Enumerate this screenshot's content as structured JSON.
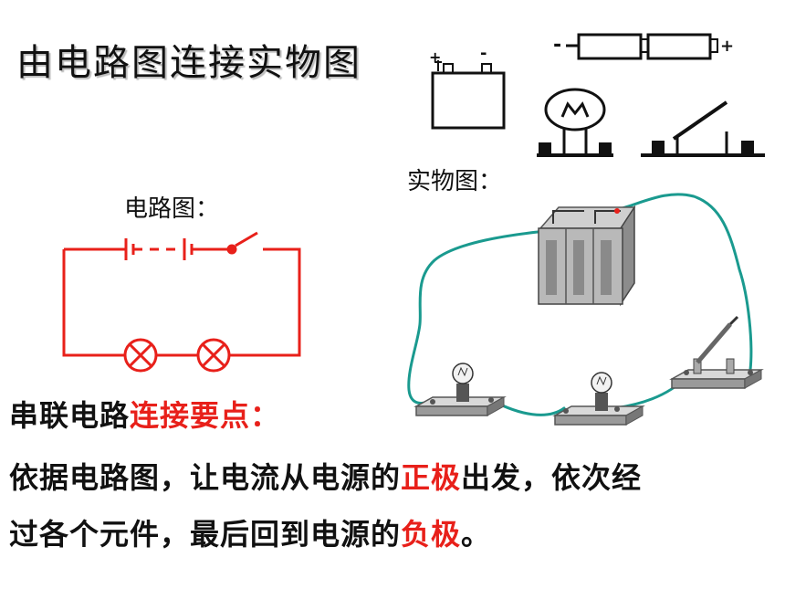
{
  "title": "由电路图连接实物图",
  "circuit_label": "电路图：",
  "real_label": "实物图：",
  "heading": {
    "black": "串联电路",
    "red": "连接要点："
  },
  "line1": {
    "a": "依据电路图，让电流从电源的",
    "b_red": "正极",
    "c": "出发，依次经"
  },
  "line2": {
    "a": "过各个元件，最后回到电源的",
    "b_red": "负极",
    "c": "。"
  },
  "symbols": {
    "plus": "+",
    "minus": "-"
  },
  "colors": {
    "circuit": "#e8201a",
    "wire": "#1a9a8f",
    "text_red": "#e8201a"
  },
  "icons": [
    "battery-pack-icon",
    "battery-cells-icon",
    "bulb-on-stand-icon",
    "knife-switch-icon",
    "battery-box-3d-icon",
    "lamp-holder-icon"
  ]
}
